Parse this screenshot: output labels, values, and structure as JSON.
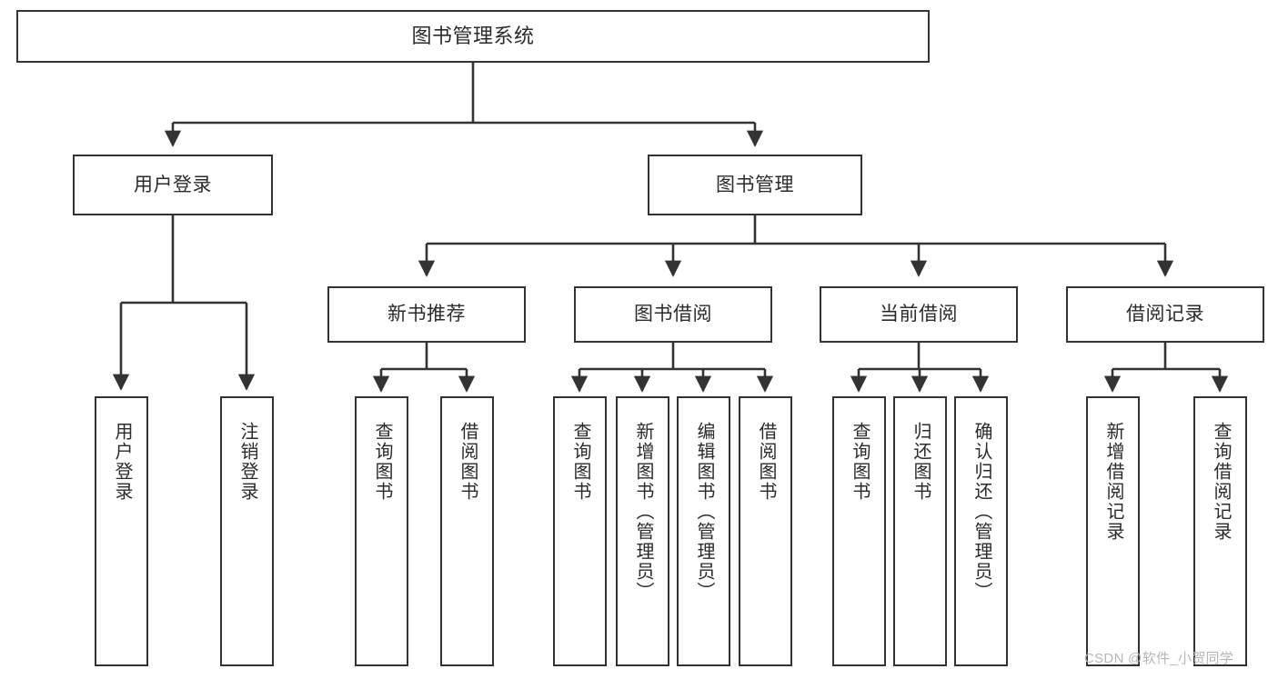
{
  "diagram": {
    "title": "图书管理系统",
    "type": "tree-hierarchy-chart",
    "watermark": "CSDN @软件_小贺同学",
    "colors": {
      "box_border": "#333333",
      "box_fill": "#ffffff",
      "line": "#333333",
      "text": "#2b2b2b",
      "watermark": "#b7b7b7",
      "background": "#ffffff"
    },
    "levels": {
      "root": {
        "label": "图书管理系统"
      },
      "level2": [
        {
          "label": "用户登录"
        },
        {
          "label": "图书管理"
        }
      ],
      "level3": [
        {
          "label": "新书推荐"
        },
        {
          "label": "图书借阅"
        },
        {
          "label": "当前借阅"
        },
        {
          "label": "借阅记录"
        }
      ],
      "leaves": {
        "user_login": [
          {
            "label": "用户登录"
          },
          {
            "label": "注销登录"
          }
        ],
        "new_book_recommend": [
          {
            "label": "查询图书"
          },
          {
            "label": "借阅图书"
          }
        ],
        "book_borrow": [
          {
            "label": "查询图书"
          },
          {
            "label": "新增图书（管理员）"
          },
          {
            "label": "编辑图书（管理员）"
          },
          {
            "label": "借阅图书"
          }
        ],
        "current_borrow": [
          {
            "label": "查询图书"
          },
          {
            "label": "归还图书"
          },
          {
            "label": "确认归还（管理员）"
          }
        ],
        "borrow_record": [
          {
            "label": "新增借阅记录"
          },
          {
            "label": "查询借阅记录"
          }
        ]
      }
    }
  }
}
